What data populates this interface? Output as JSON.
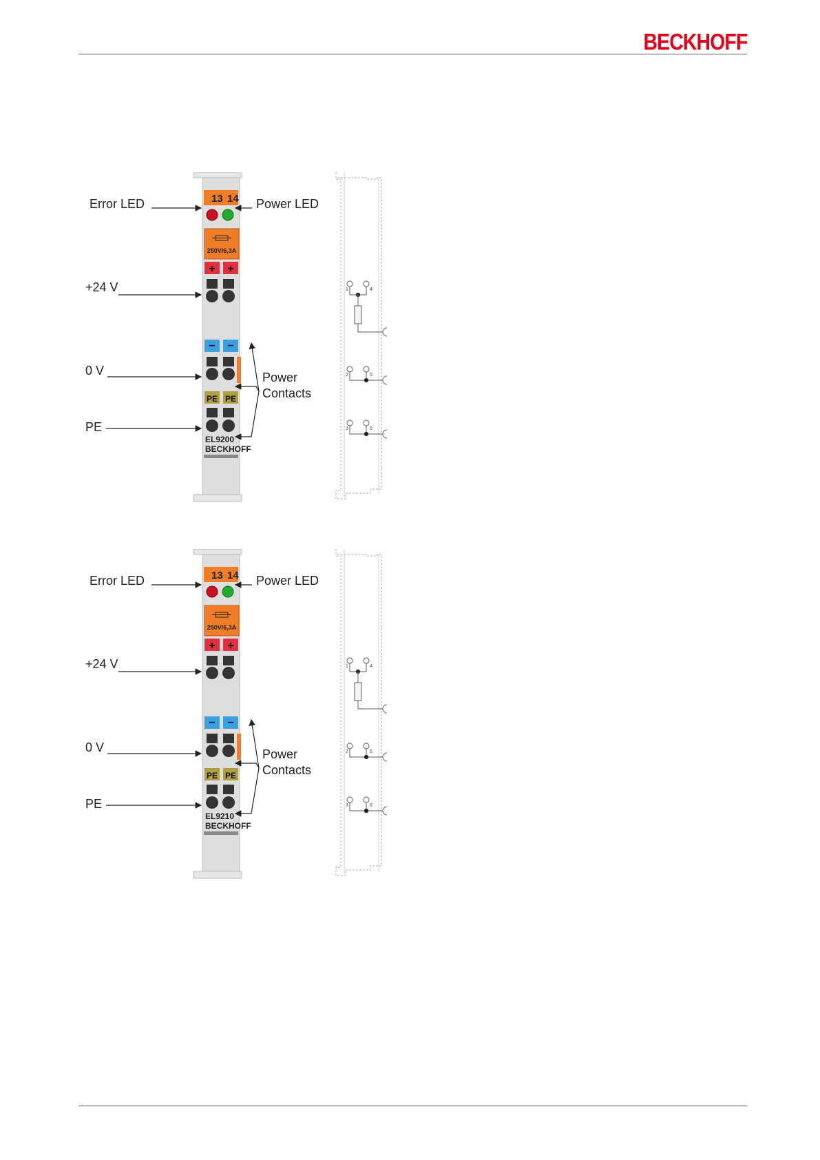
{
  "header": {
    "brand": "BECKHOFF"
  },
  "figures": [
    {
      "model": "EL9200",
      "brand_on_device": "BECKHOFF",
      "terminal_numbers": [
        "13",
        "14"
      ],
      "fuse_rating": "250V/6,3A",
      "labels": {
        "error_led": "Error LED",
        "power_led": "Power LED",
        "plus24v": "+24 V",
        "zero_v": "0 V",
        "pe": "PE",
        "power": "Power",
        "contacts": "Contacts"
      },
      "plus_signs": [
        "+",
        "+"
      ],
      "minus_signs": [
        "−",
        "−"
      ],
      "pe_contacts": [
        "PE",
        "PE"
      ],
      "schematic_pins": [
        "1",
        "4",
        "2",
        "5",
        "3",
        "6"
      ]
    },
    {
      "model": "EL9210",
      "brand_on_device": "BECKHOFF",
      "terminal_numbers": [
        "13",
        "14"
      ],
      "fuse_rating": "250V/6,3A",
      "labels": {
        "error_led": "Error LED",
        "power_led": "Power LED",
        "plus24v": "+24 V",
        "zero_v": "0 V",
        "pe": "PE",
        "power": "Power",
        "contacts": "Contacts"
      },
      "plus_signs": [
        "+",
        "+"
      ],
      "minus_signs": [
        "−",
        "−"
      ],
      "pe_contacts": [
        "PE",
        "PE"
      ],
      "schematic_pins": [
        "1",
        "4",
        "2",
        "5",
        "3",
        "6"
      ]
    }
  ],
  "colors": {
    "brand_red": "#e2001a",
    "terminal_orange": "#f07d28",
    "led_error": "#cc1122",
    "led_power": "#22aa33",
    "plus_red": "#e03040",
    "minus_blue": "#3aa0e0",
    "pe_olive": "#b0a040",
    "body_grey": "#dcdcdc"
  }
}
